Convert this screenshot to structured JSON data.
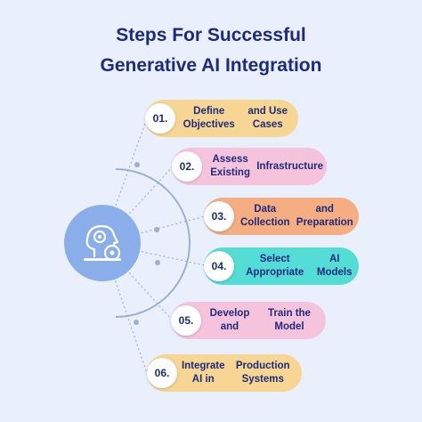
{
  "title": {
    "line1": "Steps For Successful",
    "line2": "Generative AI Integration"
  },
  "hub": {
    "icon": "ai-integration-icon"
  },
  "steps": [
    {
      "number": "01.",
      "line1": "Define Objectives",
      "line2": "and Use Cases",
      "color": "#f7d693"
    },
    {
      "number": "02.",
      "line1": "Assess Existing",
      "line2": "Infrastructure",
      "color": "#f6c3dd"
    },
    {
      "number": "03.",
      "line1": "Data Collection",
      "line2": "and Preparation",
      "color": "#f5ad82"
    },
    {
      "number": "04.",
      "line1": "Select Appropriate",
      "line2": "AI Models",
      "color": "#54dcd7"
    },
    {
      "number": "05.",
      "line1": "Develop and",
      "line2": "Train the Model",
      "color": "#f6c3dd"
    },
    {
      "number": "06.",
      "line1": "Integrate AI in",
      "line2": "Production Systems",
      "color": "#f7d693"
    }
  ],
  "colors": {
    "background": "#e9f0fb",
    "title": "#1c2b7d",
    "hub": "#8aaee9",
    "connector": "#9fb0cc"
  }
}
